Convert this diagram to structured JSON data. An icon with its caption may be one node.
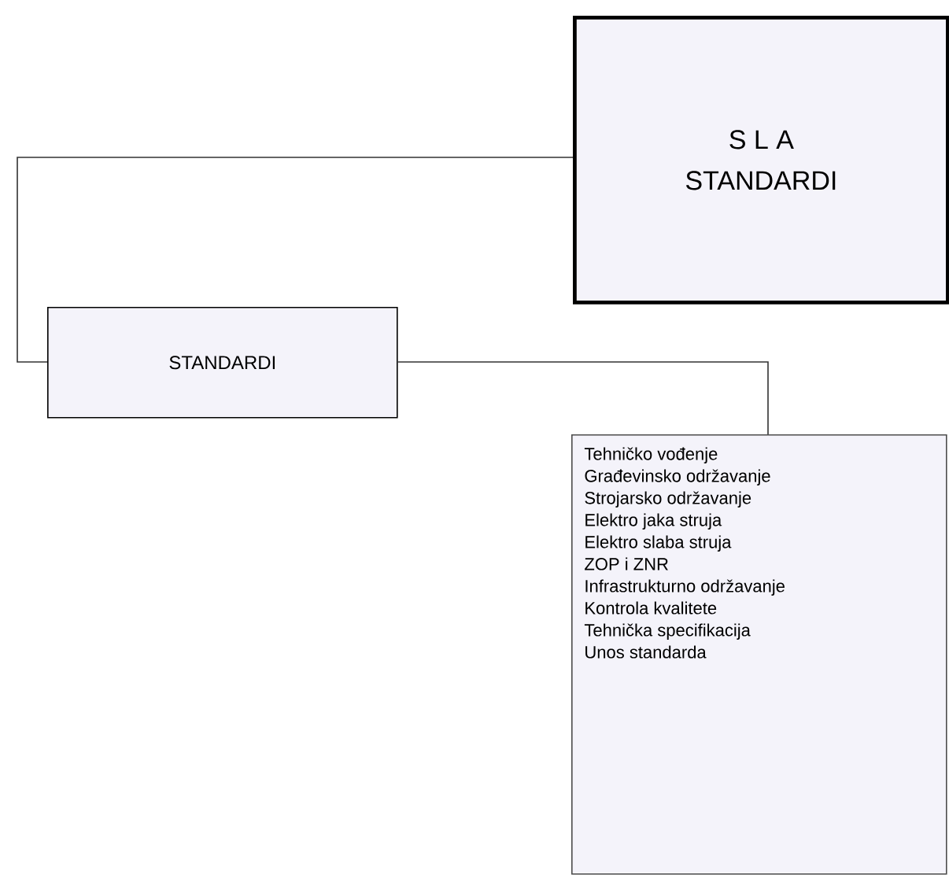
{
  "diagram": {
    "nodes": [
      {
        "text": [
          "S L A",
          "STANDARDI"
        ]
      },
      {
        "text": [
          "STANDARDI"
        ]
      },
      {
        "text": [
          "Tehničko vođenje",
          "Građevinsko održavanje",
          "Strojarsko održavanje",
          "Elektro jaka struja",
          "Elektro slaba struja",
          "ZOP i ZNR",
          "Infrastrukturno održavanje",
          "Kontrola kvalitete",
          "Tehnička specifikacija",
          "Unos standarda"
        ]
      }
    ],
    "edges": [
      {
        "from": 0,
        "to": 1,
        "arrow": "none"
      },
      {
        "from": 1,
        "to": 2,
        "arrow": "none"
      }
    ]
  }
}
